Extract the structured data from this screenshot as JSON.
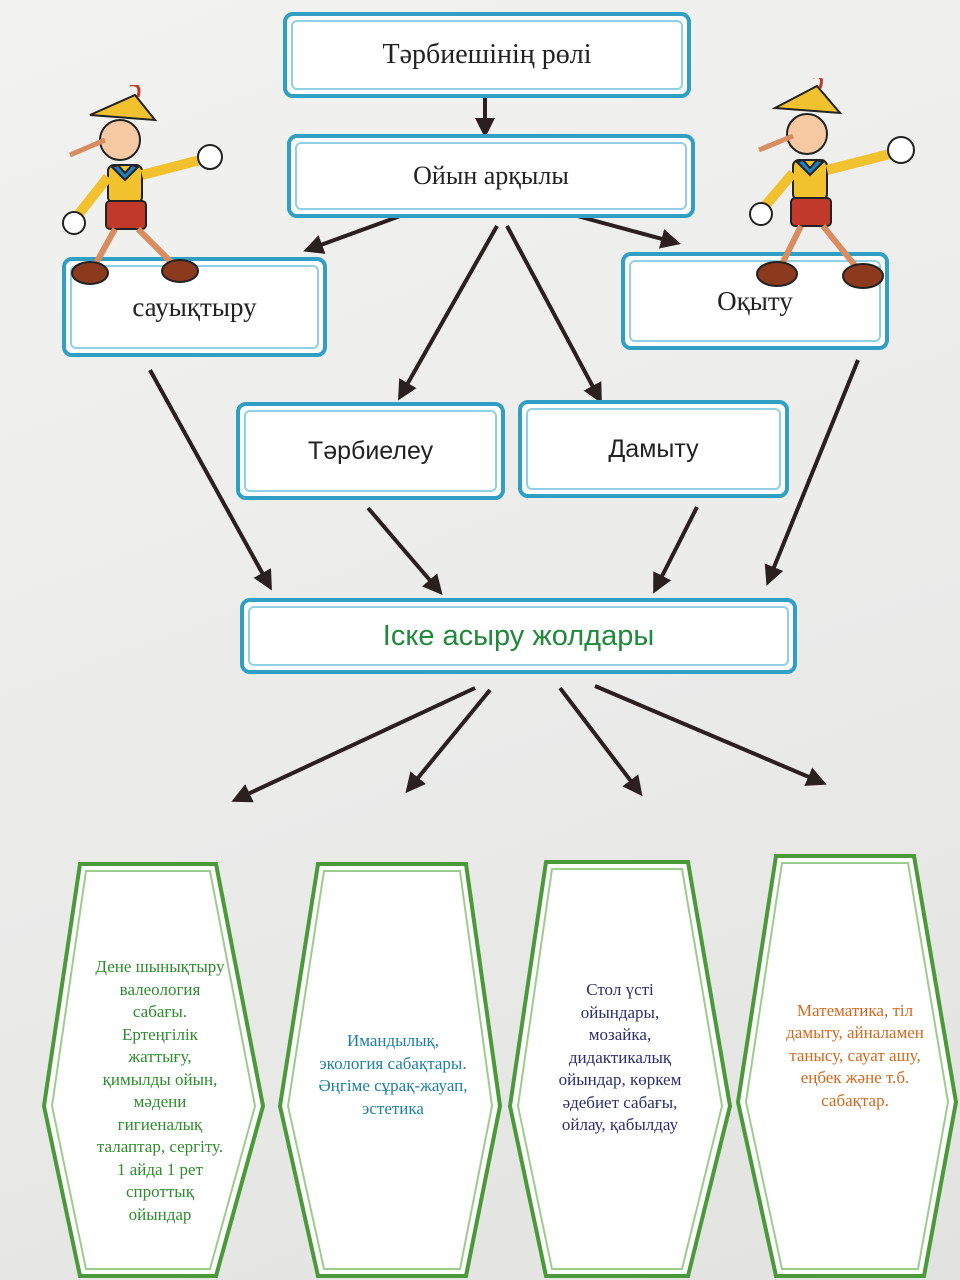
{
  "diagram": {
    "root": "Тәрбиешінің рөлі",
    "method": "Ойын арқылы",
    "branches": {
      "left": "сауықтыру",
      "right": "Оқыту",
      "center_left": "Тәрбиелеу",
      "center_right": "Дамыту"
    },
    "implementation": "Іске асыру жолдары",
    "outcomes": [
      {
        "text": "Дене шынықтыру валеология сабағы. Ертеңгілік жаттығу, қимылды ойын, мәдени гигиеналық талаптар, сергіту. 1 айда 1 рет спроттық ойындар",
        "color": "#2e8b2e"
      },
      {
        "text": "Имандылық, экология сабақтары. Әңгіме сұрақ-жауап, эстетика",
        "color": "#1f7fa0"
      },
      {
        "text": "Стол үсті ойындары, мозайка, дидактикалық ойындар, көркем әдебиет сабағы, ойлау, қабылдау",
        "color": "#2b2f6e"
      },
      {
        "text": "Математика, тіл дамыту, айналамен танысу, сауат ашу, еңбек және т.б. сабақтар.",
        "color": "#d2691e"
      }
    ]
  },
  "colors": {
    "box_border": "#2f9fc4",
    "hex_border": "#4a9a3a",
    "arrow": "#2a2020",
    "implementation_text": "#1f8a3a"
  },
  "decorations": [
    "pinocchio-figure-left",
    "pinocchio-figure-right"
  ]
}
